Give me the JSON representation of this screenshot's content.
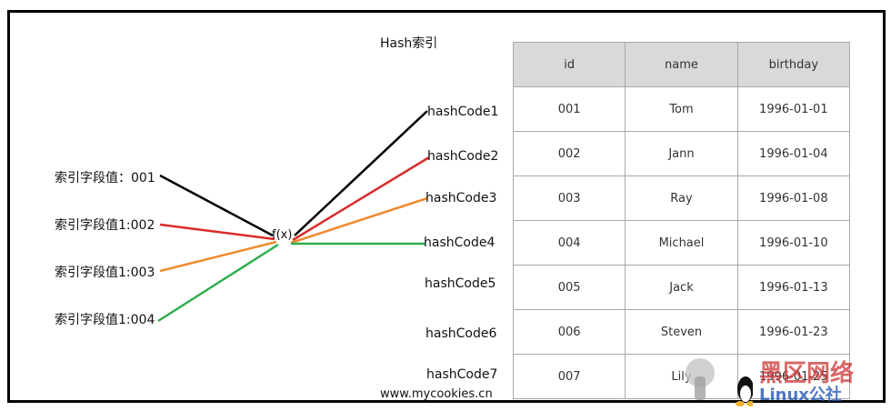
{
  "diagram": {
    "title": "Hash索引",
    "function_label": "f(x)",
    "index_keys": [
      "索引字段值：001",
      "索引字段值1:002",
      "索引字段值1:003",
      "索引字段值1:004"
    ],
    "hash_codes": [
      "hashCode1",
      "hashCode2",
      "hashCode3",
      "hashCode4",
      "hashCode5",
      "hashCode6",
      "hashCode7"
    ],
    "line_colors": [
      "#000000",
      "#d92b2b",
      "#f08a2e",
      "#2fae4e"
    ],
    "footer": "www.mycookies.cn"
  },
  "table": {
    "headers": [
      "id",
      "name",
      "birthday"
    ],
    "rows": [
      [
        "001",
        "Tom",
        "1996-01-01"
      ],
      [
        "002",
        "Jann",
        "1996-01-04"
      ],
      [
        "003",
        "Ray",
        "1996-01-08"
      ],
      [
        "004",
        "Michael",
        "1996-01-10"
      ],
      [
        "005",
        "Jack",
        "1996-01-13"
      ],
      [
        "006",
        "Steven",
        "1996-01-23"
      ],
      [
        "007",
        "Lily",
        "1996-01-25"
      ]
    ]
  },
  "watermark": {
    "text": "黑区网络",
    "sub": "Linux公社"
  }
}
